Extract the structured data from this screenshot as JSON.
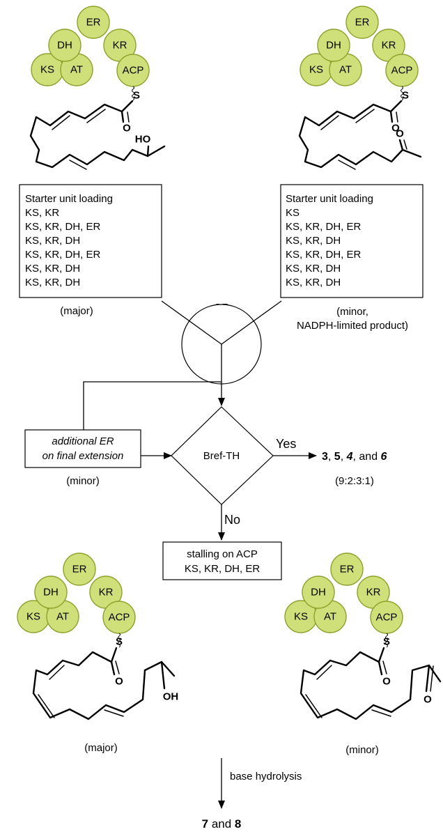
{
  "domains": {
    "ks": "KS",
    "at": "AT",
    "dh": "DH",
    "er": "ER",
    "kr": "KR",
    "acp": "ACP"
  },
  "atoms": {
    "s": "S",
    "o": "O",
    "ho": "HO",
    "oh": "OH"
  },
  "left_box": {
    "lines": [
      "Starter unit loading",
      "KS, KR",
      "KS, KR, DH, ER",
      "KS, KR, DH",
      "KS, KR, DH, ER",
      "KS, KR, DH",
      "KS, KR, DH"
    ],
    "caption": "(major)"
  },
  "right_box": {
    "lines": [
      "Starter unit loading",
      "KS",
      "KS, KR, DH, ER",
      "KS, KR, DH",
      "KS, KR, DH, ER",
      "KS, KR, DH",
      "KS, KR, DH"
    ],
    "caption_lines": [
      "(minor,",
      "NADPH-limited product)"
    ]
  },
  "or_label": "OR",
  "er_box": {
    "lines": [
      "additional ER",
      "on final extension"
    ],
    "caption": "(minor)"
  },
  "decision_label": "Bref-TH",
  "yes_label": "Yes",
  "no_label": "No",
  "products": {
    "compounds": [
      "3",
      "5",
      "4",
      "6"
    ],
    "sep1": ", ",
    "sep2": ", ",
    "sep3": ", and ",
    "ratio": "(9:2:3:1)"
  },
  "stall_box": {
    "lines": [
      "stalling on ACP",
      "KS, KR, DH, ER"
    ]
  },
  "bottom_captions": {
    "left": "(major)",
    "right": "(minor)"
  },
  "hydrolysis_label": "base hydrolysis",
  "final_products": {
    "a": "7",
    "joiner": " and ",
    "b": "8"
  },
  "colors": {
    "domain_fill": "#cfe07a",
    "domain_stroke": "#8fa12a"
  }
}
